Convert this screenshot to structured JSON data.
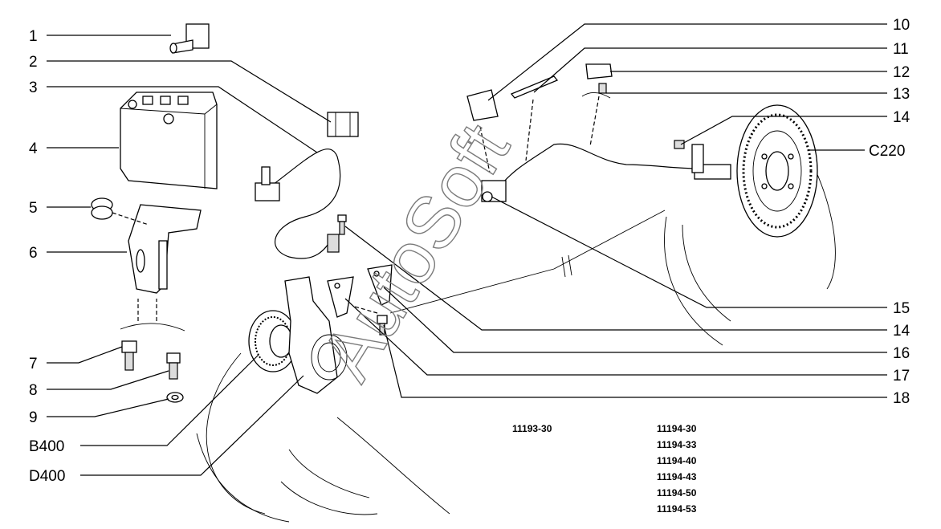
{
  "watermark": "AutoSoft",
  "left_labels": [
    "1",
    "2",
    "3",
    "4",
    "5",
    "6",
    "7",
    "8",
    "9",
    "B400",
    "D400"
  ],
  "right_labels": [
    "10",
    "11",
    "12",
    "13",
    "14",
    "C220",
    "15",
    "14",
    "16",
    "17",
    "18"
  ],
  "codes": {
    "left_group": [
      "11193-30"
    ],
    "right_group": [
      "11194-30",
      "11194-33",
      "11194-40",
      "11194-43",
      "11194-50",
      "11194-53"
    ]
  }
}
